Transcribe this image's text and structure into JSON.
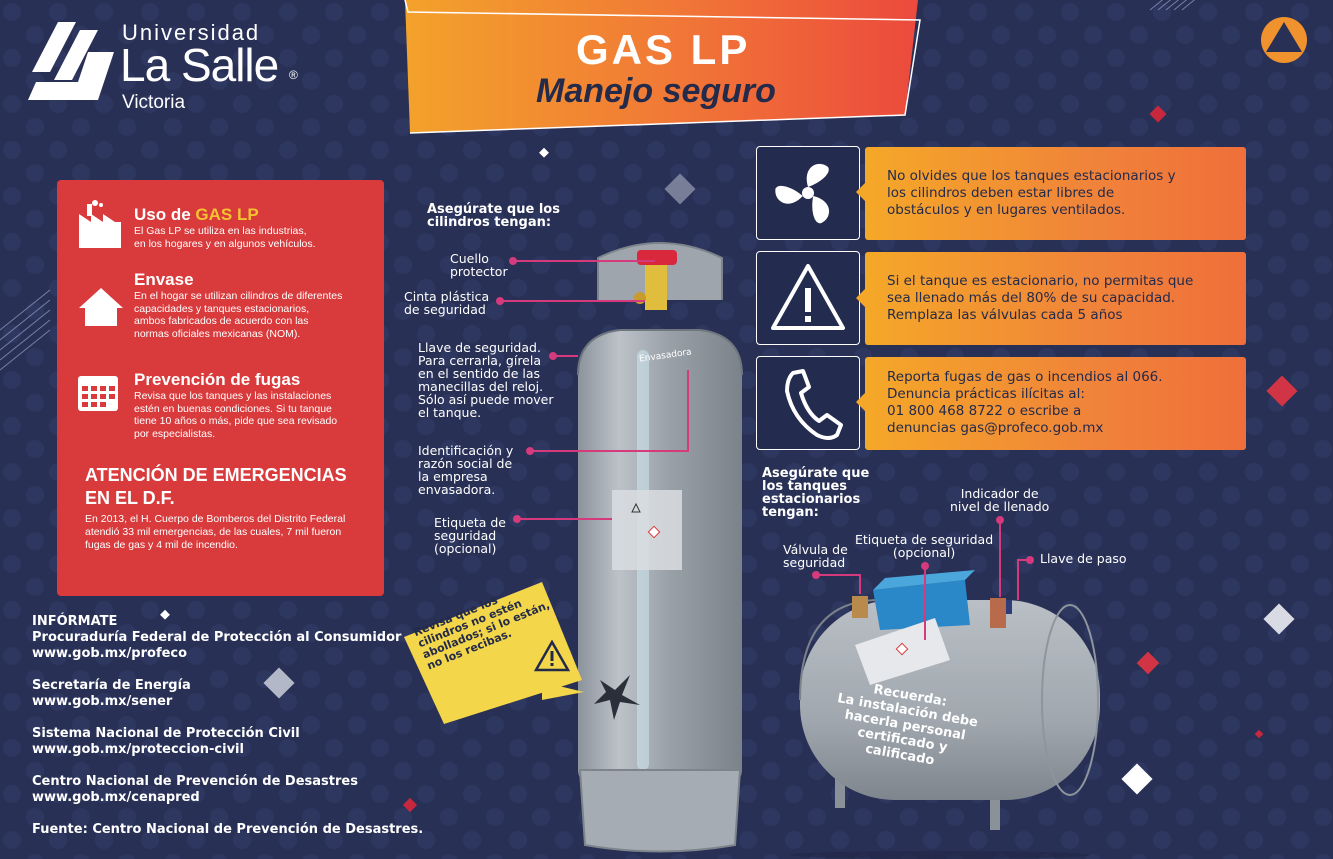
{
  "colors": {
    "background": "#283055",
    "red_card": "#d93a3c",
    "orange": "#f08a34",
    "yellow_note": "#f3d64a",
    "dark_text": "#232a4a",
    "tank_gray": "#b3b9c0"
  },
  "logo": {
    "top": "Universidad",
    "main": "La Salle",
    "registered": "®",
    "sub": "Victoria"
  },
  "title": {
    "main": "GAS LP",
    "sub": "Manejo seguro"
  },
  "red_card": {
    "uso": {
      "heading_prefix": "Uso de ",
      "heading_highlight": "GAS LP",
      "lines": [
        "El Gas LP se utiliza en las industrias,",
        "en los hogares y en algunos vehículos."
      ]
    },
    "envase": {
      "heading": "Envase",
      "lines": [
        "En el hogar se utilizan cilindros de diferentes",
        "capacidades y tanques estacionarios,",
        "ambos fabricados de acuerdo con las",
        "normas oficiales mexicanas (NOM)."
      ]
    },
    "prevencion": {
      "heading": "Prevención de fugas",
      "lines": [
        "Revisa que los tanques y las instalaciones",
        "estén en buenas condiciones. Si tu tanque",
        "tiene 10 años o más, pide que sea revisado",
        "por especialistas."
      ]
    },
    "emergencias": {
      "heading_1": "ATENCIÓN DE EMERGENCIAS",
      "heading_2": "EN EL D.F.",
      "lines": [
        "En 2013, el H. Cuerpo de Bomberos del Distrito Federal",
        "atendió 33 mil emergencias, de las cuales, 7 mil fueron",
        "fugas de gas y 4 mil de incendio."
      ]
    }
  },
  "informate": {
    "heading": "INFÓRMATE",
    "entries": [
      {
        "name": "Procuraduría Federal de Protección al Consumidor",
        "url": "www.gob.mx/profeco"
      },
      {
        "name": "Secretaría de Energía",
        "url": "www.gob.mx/sener"
      },
      {
        "name": "Sistema Nacional de Protección Civil",
        "url": "www.gob.mx/proteccion-civil"
      },
      {
        "name": "Centro Nacional de Prevención de Desastres",
        "url": "www.gob.mx/cenapred"
      }
    ],
    "source": "Fuente: Centro Nacional de Prevención de Desastres."
  },
  "cylinder": {
    "heading_1": "Asegúrate que los",
    "heading_2": "cilindros tengan:",
    "brand": "Envasadora",
    "labels": {
      "cuello": [
        "Cuello",
        "protector"
      ],
      "cinta": [
        "Cinta plástica",
        "de seguridad"
      ],
      "llave": [
        "Llave de seguridad.",
        "Para cerrarla, gírela",
        "en el sentido de las",
        "manecillas del reloj.",
        "Sólo así puede mover",
        "el tanque."
      ],
      "identificacion": [
        "Identificación y",
        "razón social de",
        "la empresa",
        "envasadora."
      ],
      "etiqueta": [
        "Etiqueta de",
        "seguridad",
        "(opcional)"
      ]
    },
    "note": [
      "Revisa que los",
      "cilindros no estén",
      "abollados; si lo están,",
      "no los recibas."
    ]
  },
  "tips": [
    {
      "icon": "fan-icon",
      "lines": [
        "No olvides que los tanques estacionarios y",
        "los cilindros deben estar libres de",
        "obstáculos y en lugares ventilados."
      ]
    },
    {
      "icon": "warning-icon",
      "lines": [
        "Si el tanque es estacionario, no permitas que",
        "sea llenado más del 80% de su capacidad.",
        "Remplaza las válvulas cada 5 años"
      ]
    },
    {
      "icon": "phone-icon",
      "lines": [
        "Reporta fugas de gas o incendios al 066.",
        "Denuncia prácticas ilícitas al:",
        "01 800 468 8722 o escribe a",
        "denuncias gas@profeco.gob.mx"
      ]
    }
  ],
  "stationary": {
    "heading": [
      "Asegúrate que",
      "los tanques",
      "estacionarios",
      "tengan:"
    ],
    "labels": {
      "indicador": [
        "Indicador de",
        "nivel de llenado"
      ],
      "valvula": [
        "Válvula de",
        "seguridad"
      ],
      "etiqueta": [
        "Etiqueta de seguridad",
        "(opcional)"
      ],
      "llave_paso": "Llave de paso"
    },
    "recuerda": [
      "Recuerda:",
      "La instalación debe",
      "hacerla personal",
      "certificado y calificado"
    ]
  }
}
